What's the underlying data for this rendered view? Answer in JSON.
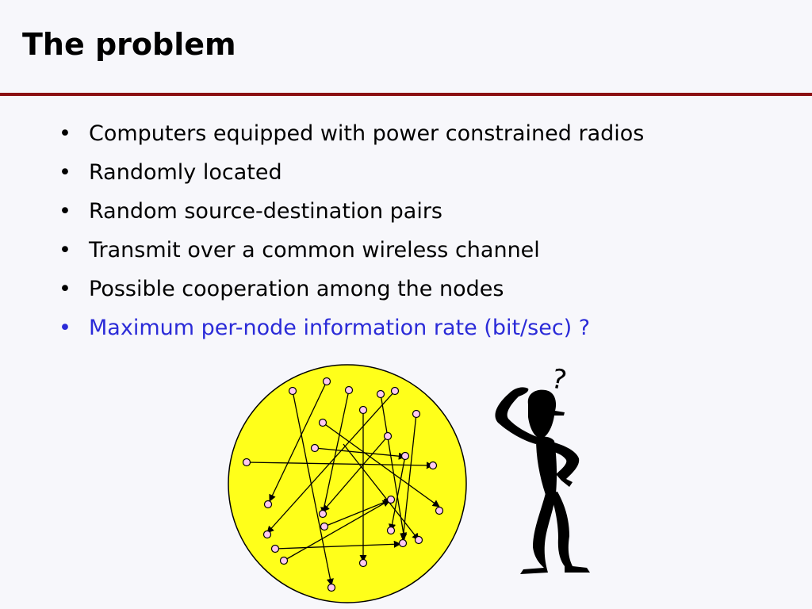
{
  "slide": {
    "title": "The problem",
    "bullets": [
      "Computers equipped with power constrained radios",
      "Randomly located",
      "Random source-destination pairs",
      "Transmit over a common wireless channel",
      "Possible cooperation among the nodes",
      "Maximum per-node information rate (bit/sec) ?"
    ],
    "bullet_glyph": "•",
    "question_mark": "?"
  },
  "colors": {
    "title_rule": "#8b0f12",
    "highlight_text": "#2b2bd8",
    "network_disc": "#ffff1a",
    "node_fill": "#ffc8f0"
  },
  "icons": [
    "network-disc-illustration",
    "confused-person-icon"
  ]
}
